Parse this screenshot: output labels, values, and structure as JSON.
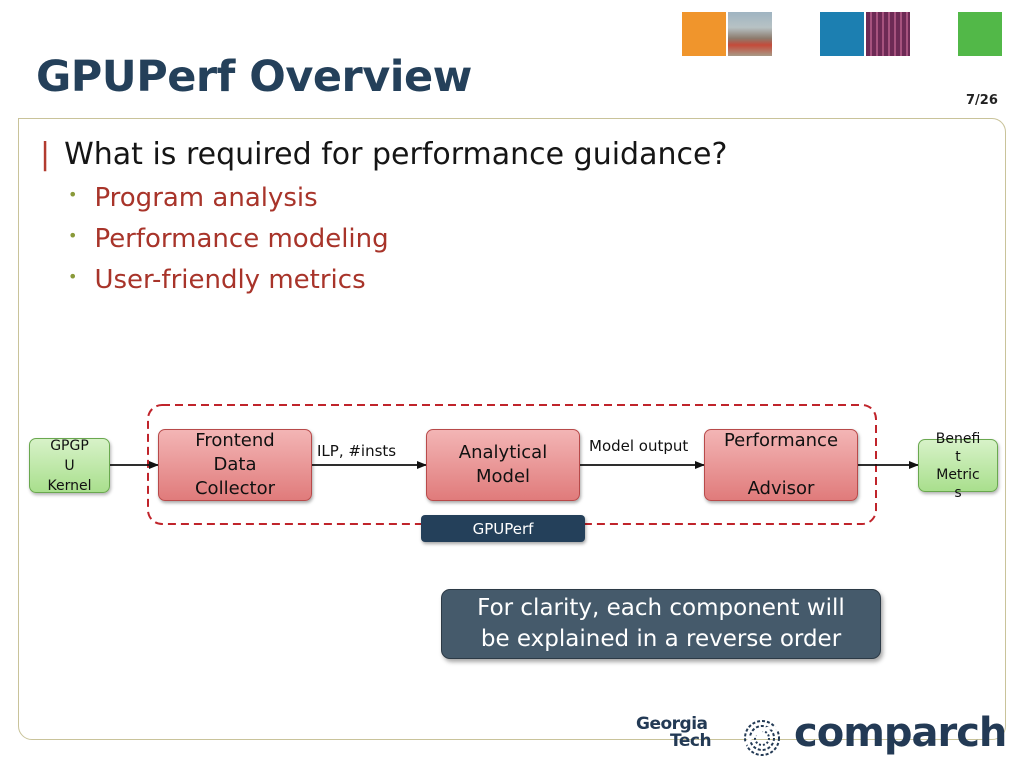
{
  "slide": {
    "title": "GPUPerf Overview",
    "page_number": "7/26"
  },
  "content": {
    "question": "What is required for performance guidance?",
    "bullets": [
      "Program analysis",
      "Performance modeling",
      "User-friendly metrics"
    ]
  },
  "diagram": {
    "input_box": [
      "GPGP",
      "U",
      "Kernel"
    ],
    "frontend_box": [
      "Frontend",
      "Data",
      "Collector"
    ],
    "edge_label_1": "ILP, #insts",
    "analytical_box": [
      "Analytical",
      "Model"
    ],
    "edge_label_2": "Model output",
    "advisor_box": [
      "Performance",
      "",
      "Advisor"
    ],
    "output_box": [
      "Benefi",
      "t",
      "Metric",
      "s"
    ],
    "group_label": "GPUPerf"
  },
  "note": {
    "line1": "For clarity, each component will",
    "line2": "be explained in a reverse order"
  },
  "logos": {
    "gt_line1": "Georgia",
    "gt_line2": "Tech",
    "comparch": "comparch"
  },
  "colors": {
    "title": "#24405a",
    "accent_red": "#a8342a",
    "dashed_border": "#c0242b",
    "note_bg": "#455a6b",
    "deco_orange": "#f0952c",
    "deco_blue": "#1c7fb1",
    "deco_green": "#52b848"
  }
}
